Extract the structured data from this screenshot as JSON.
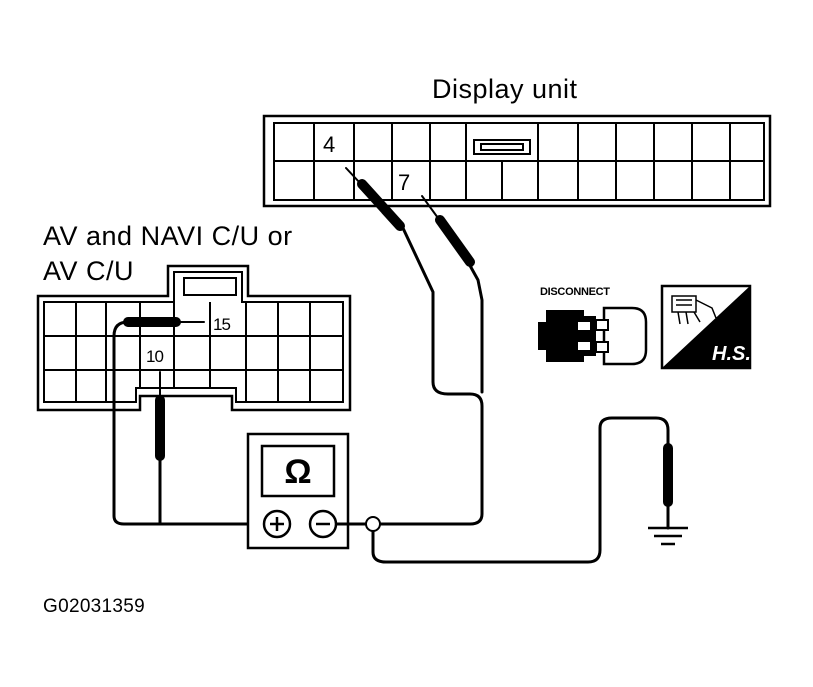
{
  "labels": {
    "display_unit": "Display unit",
    "av_navi_line1": "AV and NAVI C/U or",
    "av_navi_line2": "AV C/U",
    "figure_id": "G02031359"
  },
  "pins": {
    "display_pin_a": "4",
    "display_pin_b": "7",
    "av_pin_a": "15",
    "av_pin_b": "10"
  },
  "meter": {
    "symbol": "Ω",
    "plus": "+",
    "minus": "−"
  },
  "icons": {
    "disconnect_label": "DISCONNECT",
    "hs_label": "H.S."
  },
  "colors": {
    "ink": "#000000",
    "paper": "#ffffff"
  }
}
